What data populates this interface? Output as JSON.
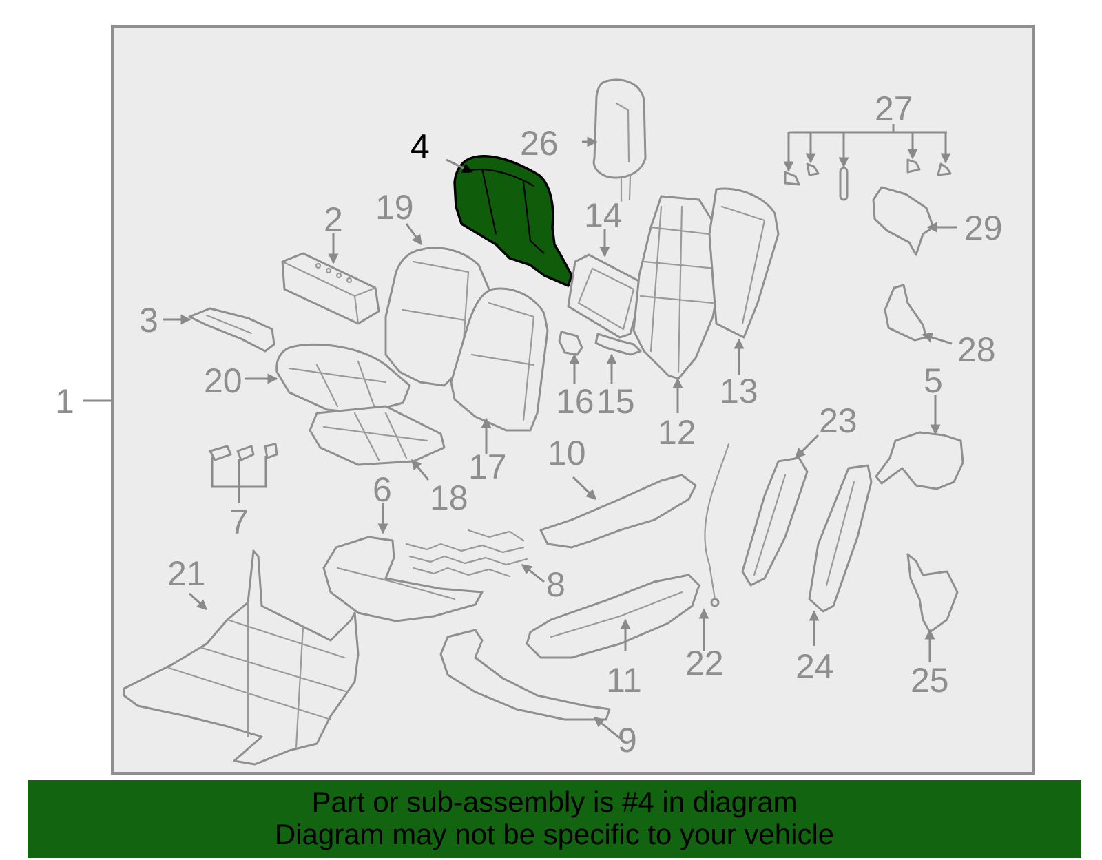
{
  "diagram": {
    "highlight_color": "#0f5d0a",
    "highlighted_callout": "4",
    "callouts": [
      "1",
      "2",
      "3",
      "4",
      "5",
      "6",
      "7",
      "8",
      "9",
      "10",
      "11",
      "12",
      "13",
      "14",
      "15",
      "16",
      "17",
      "18",
      "19",
      "20",
      "21",
      "22",
      "23",
      "24",
      "25",
      "26",
      "27",
      "28",
      "29"
    ]
  },
  "footer": {
    "line1": "Part or sub-assembly is #4 in diagram",
    "line2": "Diagram may not be specific to your vehicle",
    "background": "#126410"
  }
}
